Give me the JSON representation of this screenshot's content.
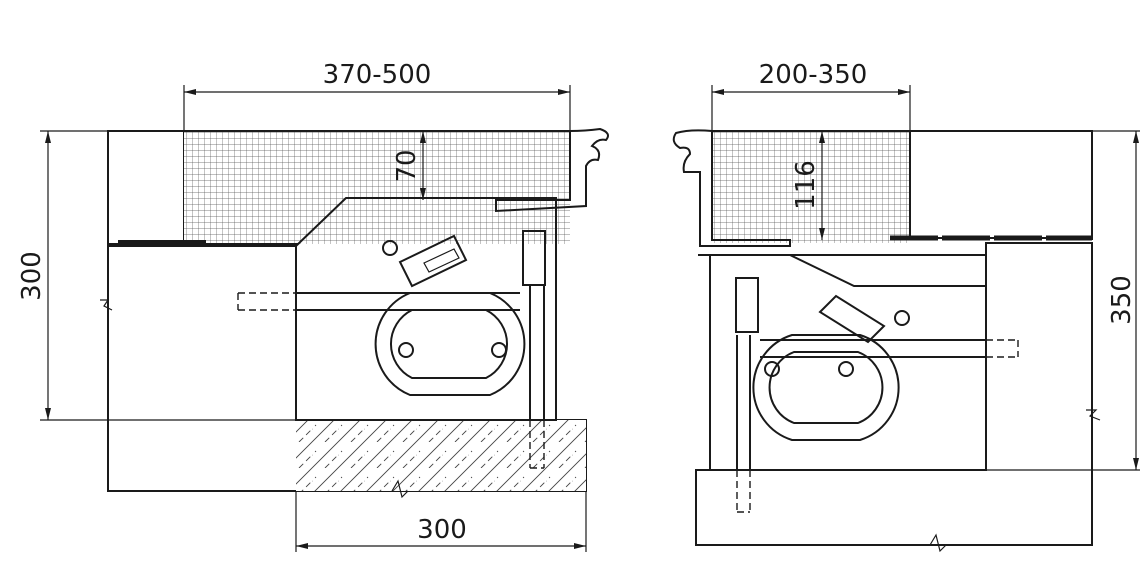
{
  "dimensions": {
    "left_width_top": "370-500",
    "left_depth_top": "70",
    "left_height": "300",
    "left_width_bottom": "300",
    "right_width_top": "200-350",
    "right_depth_top": "116",
    "right_height": "350"
  },
  "colors": {
    "line": "#1a1a1a",
    "background": "#ffffff"
  }
}
